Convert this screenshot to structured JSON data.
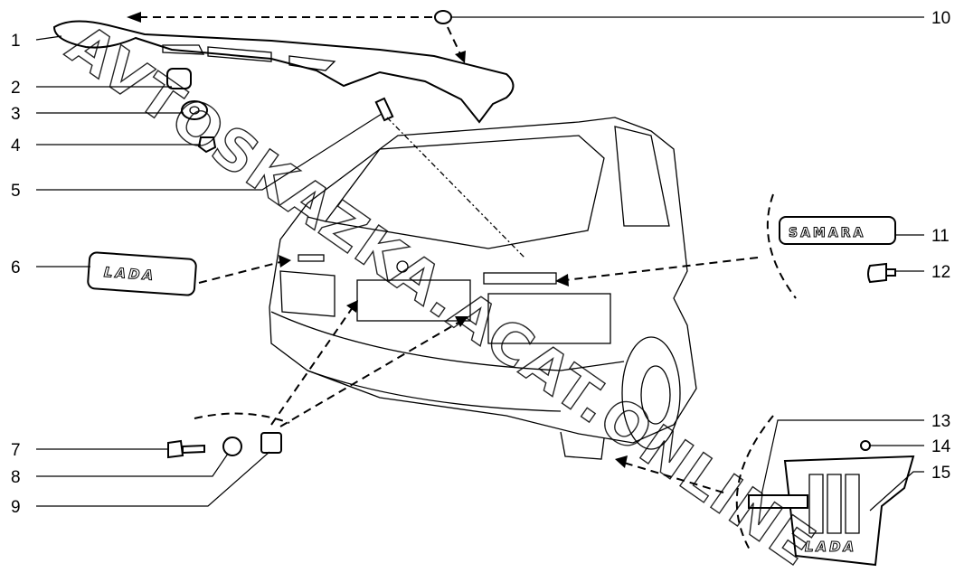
{
  "callouts": [
    "1",
    "2",
    "3",
    "4",
    "5",
    "6",
    "7",
    "8",
    "9",
    "10",
    "11",
    "12",
    "13",
    "14",
    "15"
  ],
  "badges": {
    "rear_emblem": "LADA",
    "side_emblem": "SAMARA",
    "mudflap_emblem": "LADA"
  },
  "watermark": "AVTOSKAZKA.ACAT.ONLINE"
}
